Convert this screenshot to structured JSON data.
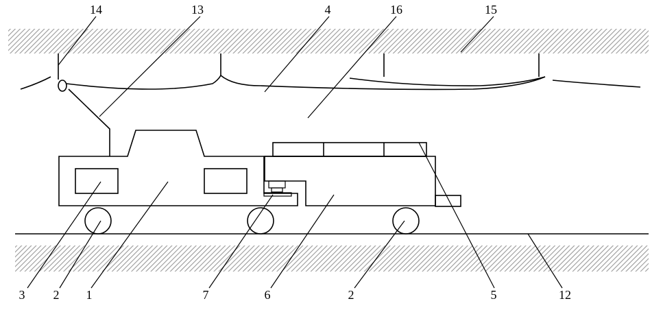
{
  "labels": {
    "l14": "14",
    "l13": "13",
    "l4": "4",
    "l16": "16",
    "l15": "15",
    "l3": "3",
    "l2a": "2",
    "l1": "1",
    "l7": "7",
    "l6": "6",
    "l2b": "2",
    "l5": "5",
    "l12": "12"
  },
  "colors": {
    "line": "#000000",
    "hatch": "#9a9a9a",
    "background": "#ffffff"
  }
}
